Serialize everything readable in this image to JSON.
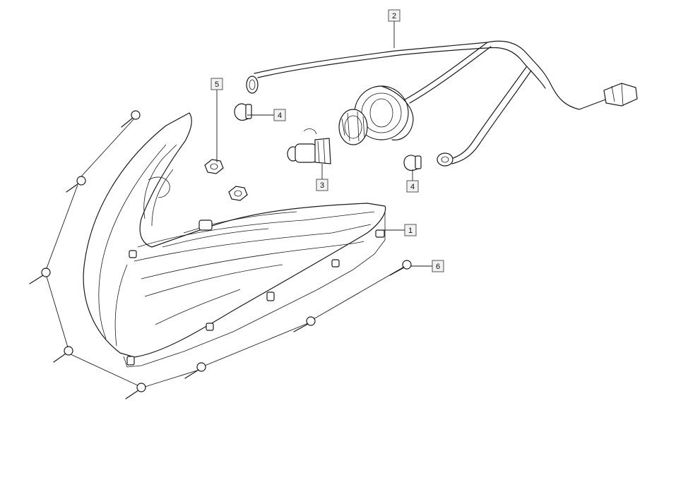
{
  "callouts": {
    "c1": "1",
    "c2": "2",
    "c3": "3",
    "c4a": "4",
    "c4b": "4",
    "c5": "5",
    "c6": "6"
  },
  "colors": {
    "line": "#1a1a1a",
    "callout_fill": "#f2f2f2",
    "background": "#ffffff"
  }
}
